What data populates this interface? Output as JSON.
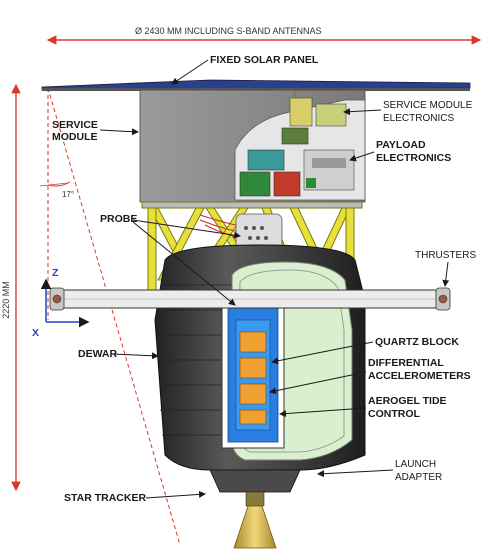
{
  "labels": {
    "width_dim": "Ø 2430 MM INCLUDING S-BAND ANTENNAS",
    "height_dim": "2220 MM",
    "angle": "17°",
    "fixed_solar_panel": "FIXED SOLAR PANEL",
    "service_module": [
      "SERVICE",
      "MODULE"
    ],
    "service_module_electronics": [
      "SERVICE MODULE",
      "ELECTRONICS"
    ],
    "payload_electronics": [
      "PAYLOAD",
      "ELECTRONICS"
    ],
    "probe": "PROBE",
    "thrusters": "THRUSTERS",
    "axis_z": "Z",
    "axis_x": "X",
    "dewar": "DEWAR",
    "quartz_block": "QUARTZ BLOCK",
    "differential_accelerometers": [
      "DIFFERENTIAL",
      "ACCELEROMETERS"
    ],
    "aerogel_tide_control": [
      "AEROGEL TIDE",
      "CONTROL"
    ],
    "launch_adapter": [
      "LAUNCH",
      "ADAPTER"
    ],
    "star_tracker": "STAR TRACKER"
  },
  "colors": {
    "dimension_red": "#d9362b",
    "solar_panel_blue": "#2b3f8f",
    "module_gray": "#8c8c8c",
    "truss_yellow": "#e8e03a",
    "dewar_dark": "#3a3a3a",
    "interior_green": "#d9f0cf",
    "probe_blue": "#2a7de1",
    "accelerometer_orange": "#f0a030",
    "nozzle_gold": "#d9b84a"
  }
}
